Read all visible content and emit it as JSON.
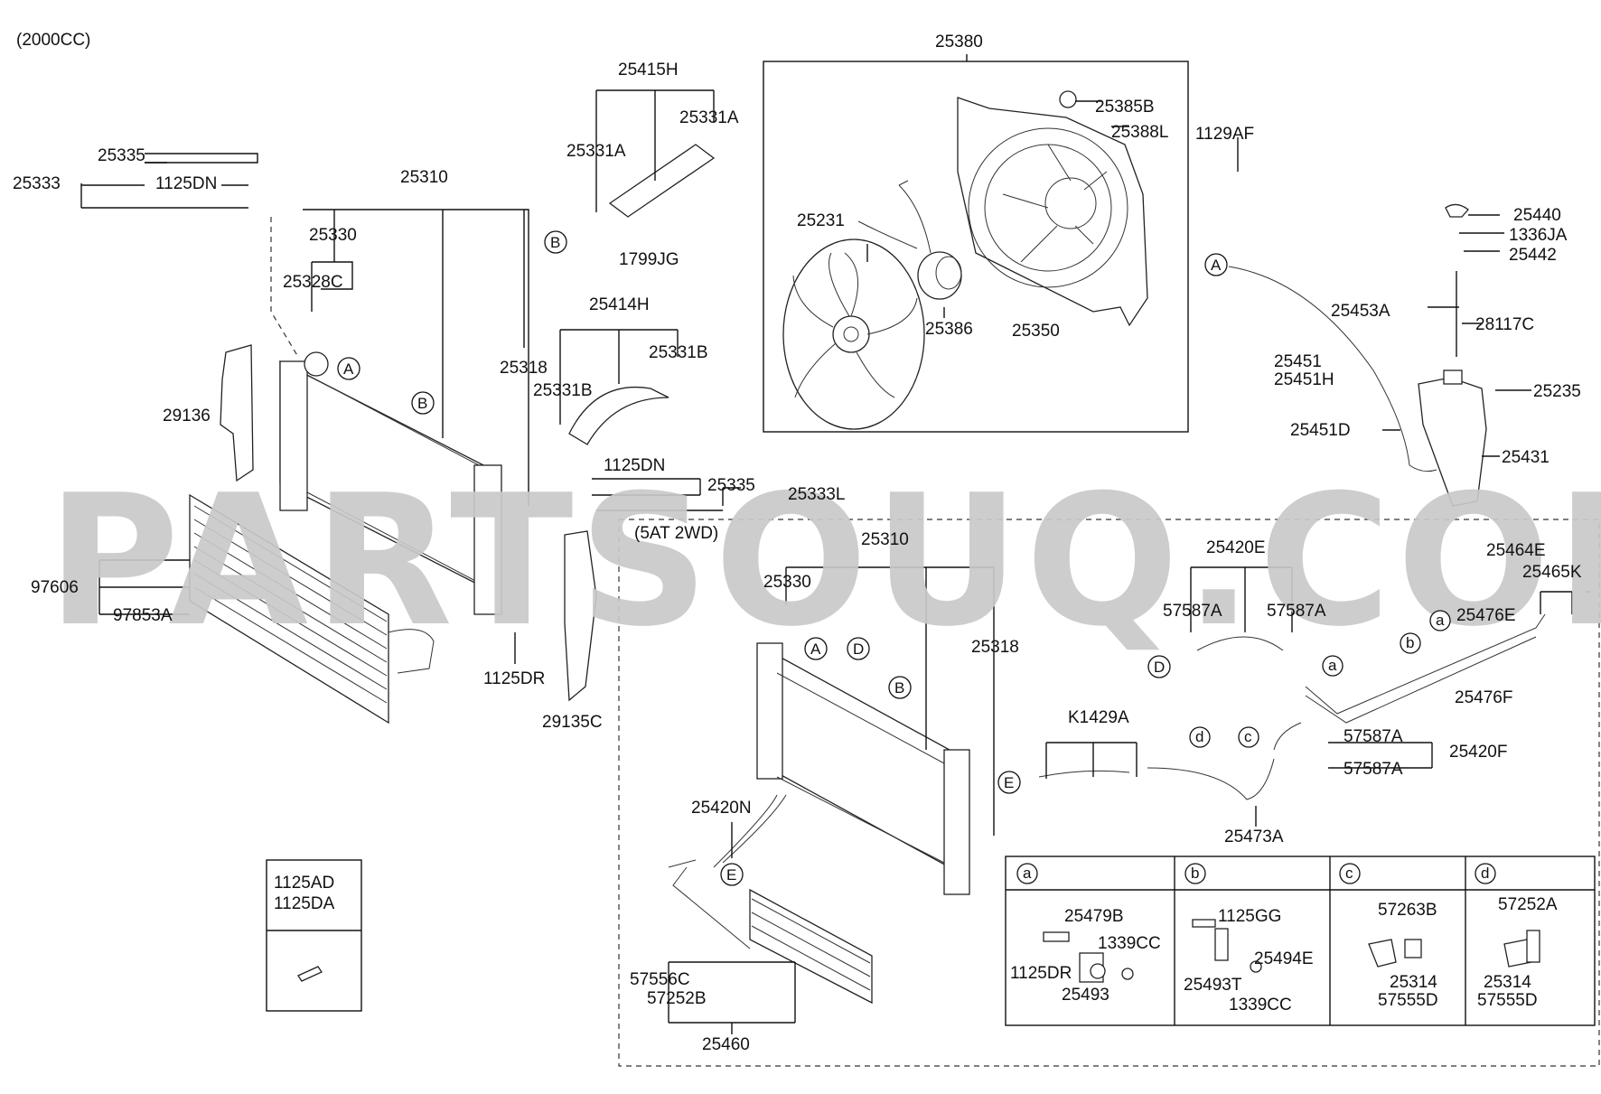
{
  "diagram": {
    "engine_label": "(2000CC)",
    "sub_assembly_label": "(5AT 2WD)",
    "watermark": "PARTSOUQ.COM",
    "parts": {
      "p25380": "25380",
      "p25415H": "25415H",
      "p25331A_1": "25331A",
      "p25331A_2": "25331A",
      "p25385B": "25385B",
      "p25388L": "25388L",
      "p1129AF": "1129AF",
      "p25335_1": "25335",
      "p25333": "25333",
      "p1125DN_1": "1125DN",
      "p25310_1": "25310",
      "p25330_1": "25330",
      "p25328C": "25328C",
      "p1799JG": "1799JG",
      "p25231": "25231",
      "p25386": "25386",
      "p25350": "25350",
      "p25440": "25440",
      "p1336JA": "1336JA",
      "p25442": "25442",
      "p25453A": "25453A",
      "p28117C": "28117C",
      "p25451": "25451",
      "p25451H": "25451H",
      "p25235": "25235",
      "p25451D": "25451D",
      "p25431": "25431",
      "p25414H": "25414H",
      "p25331B_1": "25331B",
      "p25331B_2": "25331B",
      "p25318_1": "25318",
      "p29136": "29136",
      "p1125DN_2": "1125DN",
      "p25335_2": "25335",
      "p25333L": "25333L",
      "p97606": "97606",
      "p97853A": "97853A",
      "p1125DR_1": "1125DR",
      "p29135C": "29135C",
      "p25310_2": "25310",
      "p25330_2": "25330",
      "p25318_2": "25318",
      "p25420E": "25420E",
      "p57587A_1": "57587A",
      "p57587A_2": "57587A",
      "p25464E": "25464E",
      "p25465K": "25465K",
      "p25476E": "25476E",
      "p25476F": "25476F",
      "pK1429A": "K1429A",
      "p57587A_3": "57587A",
      "p25420F": "25420F",
      "p57587A_4": "57587A",
      "p25473A": "25473A",
      "p25420N": "25420N",
      "p57556C": "57556C",
      "p57252B": "57252B",
      "p25460": "25460",
      "p1125AD": "1125AD",
      "p1125DA": "1125DA",
      "p25479B": "25479B",
      "p1339CC_1": "1339CC",
      "p1125DR_2": "1125DR",
      "p25493": "25493",
      "p1125GG": "1125GG",
      "p25494E": "25494E",
      "p25493T": "25493T",
      "p1339CC_2": "1339CC",
      "p57263B": "57263B",
      "p25314_1": "25314",
      "p57555D_1": "57555D",
      "p57252A": "57252A",
      "p25314_2": "25314",
      "p57555D_2": "57555D"
    },
    "callouts": {
      "A1": "A",
      "B1": "B",
      "B2": "B",
      "A2": "A",
      "A3": "A",
      "D1": "D",
      "B3": "B",
      "D2": "D",
      "E1": "E",
      "E2": "E",
      "a1": "a",
      "a2": "a",
      "b1": "b",
      "c1": "c",
      "d1": "d",
      "ta": "a",
      "tb": "b",
      "tc": "c",
      "td": "d"
    }
  }
}
